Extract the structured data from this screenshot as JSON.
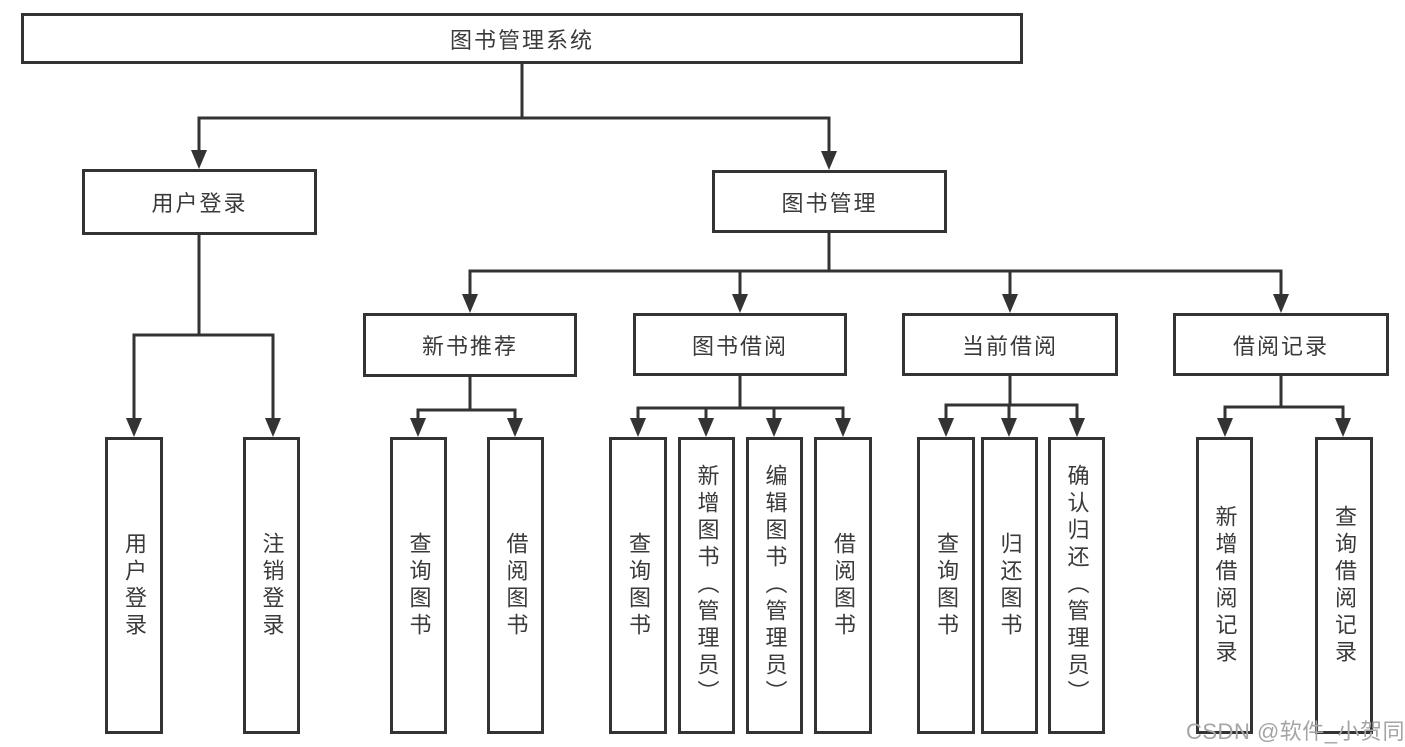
{
  "diagram": {
    "root": {
      "label": "图书管理系统"
    },
    "user_login": {
      "label": "用户登录",
      "children": {
        "login": "用户登录",
        "logout": "注销登录"
      }
    },
    "book_management": {
      "label": "图书管理",
      "sections": {
        "new_books": {
          "label": "新书推荐",
          "children": {
            "query": "查询图书",
            "borrow": "借阅图书"
          }
        },
        "borrowing": {
          "label": "图书借阅",
          "children": {
            "query": "查询图书",
            "add": "新增图书（管理员）",
            "edit": "编辑图书（管理员）",
            "borrow": "借阅图书"
          }
        },
        "current": {
          "label": "当前借阅",
          "children": {
            "query": "查询图书",
            "return": "归还图书",
            "confirm": "确认归还（管理员）"
          }
        },
        "records": {
          "label": "借阅记录",
          "children": {
            "add": "新增借阅记录",
            "query": "查询借阅记录"
          }
        }
      }
    }
  },
  "watermark": {
    "text": "CSDN @软件_小贺同学"
  },
  "colors": {
    "line": "#333333",
    "text": "#3a3a3a",
    "background": "#ffffff",
    "watermark": "#a5a5a5"
  }
}
